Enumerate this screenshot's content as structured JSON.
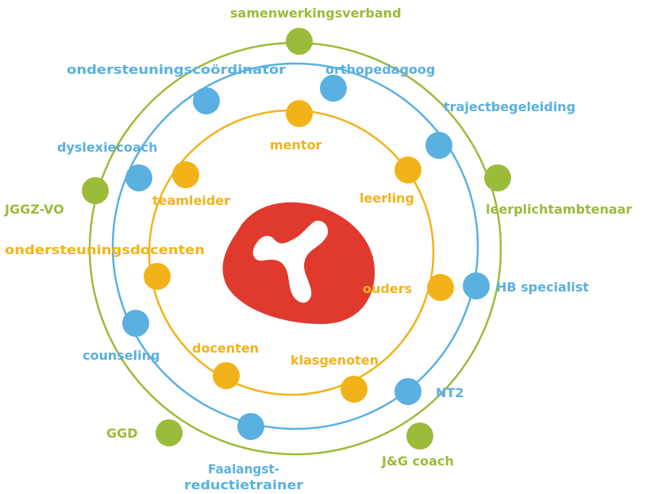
{
  "colors": {
    "outer": "#9bbb3b",
    "middle": "#5ab0e0",
    "inner": "#f2b31a",
    "logo": "#e03a2f"
  },
  "center": {
    "icon": "red-blob-logo-icon"
  },
  "outer_ring": {
    "samenwerkingsverband": "samenwerkingsverband",
    "leerplichtambtenaar": "leerplichtambtenaar",
    "jg_coach": "J&G coach",
    "ggd": "GGD",
    "jggz_vo": "JGGZ-VO"
  },
  "middle_ring": {
    "orthopedagoog": "orthopedagoog",
    "trajectbegeleiding": "trajectbegeleiding",
    "hb_specialist": "HB specialist",
    "nt2": "NT2",
    "faalangst_line1": "Faalangst-",
    "faalangst_line2": "reductietrainer",
    "counseling": "counseling",
    "dyslexiecoach": "dyslexiecoach",
    "ondersteuningscoordinator": "ondersteuningscoördinator"
  },
  "inner_ring": {
    "mentor": "mentor",
    "leerling": "leerling",
    "ouders": "ouders",
    "klasgenoten": "klasgenoten",
    "docenten": "docenten",
    "ondersteuningsdocenten": "ondersteuningsdocenten",
    "teamleider": "teamleider"
  }
}
